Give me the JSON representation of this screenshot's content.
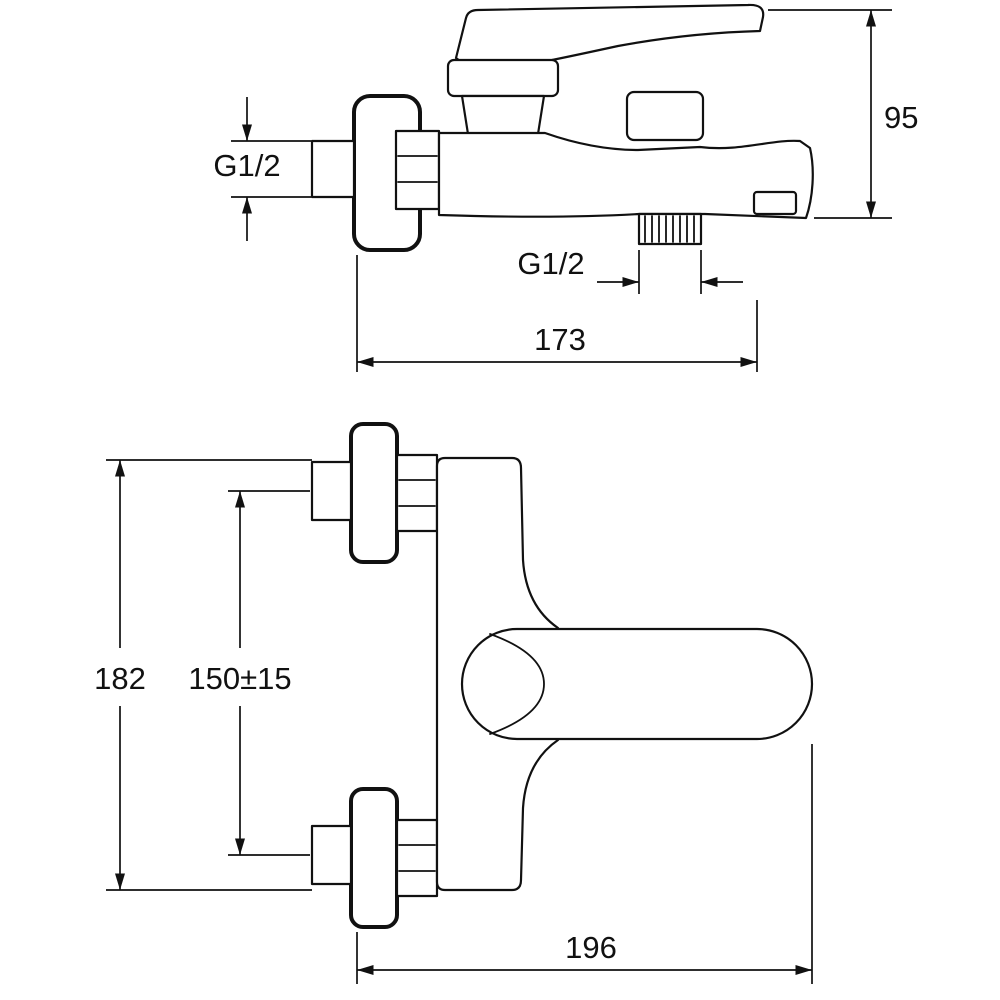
{
  "colors": {
    "line": "#111111",
    "background": "#ffffff"
  },
  "side_view": {
    "inlet_thread": "G1/2",
    "outlet_thread": "G1/2",
    "height": "95",
    "depth": "173"
  },
  "front_view": {
    "overall_height": "182",
    "mounting_distance": "150±15",
    "width": "196"
  }
}
